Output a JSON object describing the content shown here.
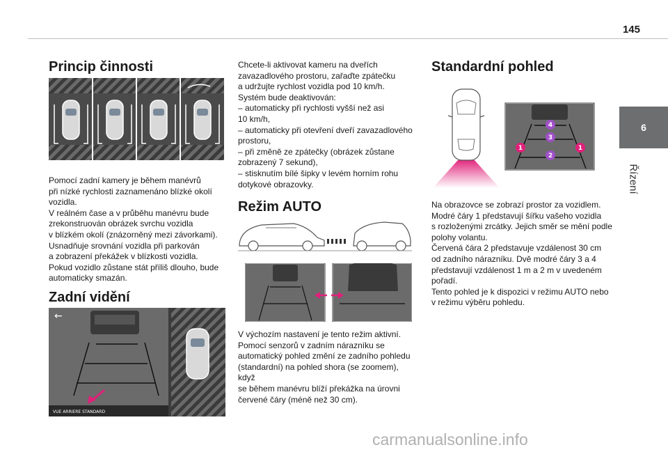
{
  "page": {
    "number": "145"
  },
  "chapter": {
    "number": "6",
    "title": "Řízení"
  },
  "col1": {
    "title1": "Princip činnosti",
    "body1": "Pomocí zadní kamery je během manévrů\npři nízké rychlosti zaznamenáno blízké okolí\nvozidla.\nV reálném čase a v průběhu manévru bude\nzrekonstruován obrázek svrchu vozidla\nv blízkém okolí (znázorněný mezi závorkami).\nUsnadňuje srovnání vozidla při parkován\na zobrazení překážek v blízkosti vozidla.\nPokud vozidlo zůstane stát příliš dlouho, bude\nautomaticky smazán.",
    "title2": "Zadní vidění",
    "screen_label": "VUE ARRIERE STANDARD"
  },
  "col2": {
    "body1": "Chcete-li aktivovat kameru na dveřích\nzavazadlového prostoru, zařaďte zpátečku\na udržujte rychlost vozidla pod 10 km/h.\nSystém bude deaktivován:\n–  automaticky při rychlosti vyšší než asi\n10 km/h,\n–  automaticky při otevření dveří zavazadlového\nprostoru,\n–  při změně ze zpátečky (obrázek zůstane\nzobrazený 7 sekund),\n–  stisknutím bílé šipky v levém horním rohu\ndotykové obrazovky.",
    "title": "Režim AUTO",
    "body2": "V výchozím nastavení je tento režim aktivní.\nPomocí senzorů v zadním nárazníku se\nautomatický pohled změní ze zadního pohledu\n(standardní) na pohled shora (se zoomem), když\nse během manévru blíží překážka na úrovni\nčervené čáry (méně než 30 cm)."
  },
  "col3": {
    "title": "Standardní pohled",
    "markers": [
      "1",
      "1",
      "2",
      "3",
      "4"
    ],
    "body": "Na obrazovce se zobrazí prostor za vozidlem.\nModré čáry 1 představují šířku vašeho vozidla\ns rozloženými zrcátky. Jejich směr se mění podle\npolohy volantu.\nČervená čára 2 představuje vzdálenost 30 cm\nod zadního nárazníku. Dvě modré čáry 3 a 4\npředstavují vzdálenost 1 m a 2 m v uvedeném\npořadí.\nTento pohled je k dispozici v režimu AUTO nebo\nv režimu výběru pohledu."
  },
  "watermark": "carmanualsonline.info",
  "colors": {
    "accent_pink": "#e0207a",
    "tab_gray": "#6d6e70",
    "marker_purple": "#a050c8"
  }
}
